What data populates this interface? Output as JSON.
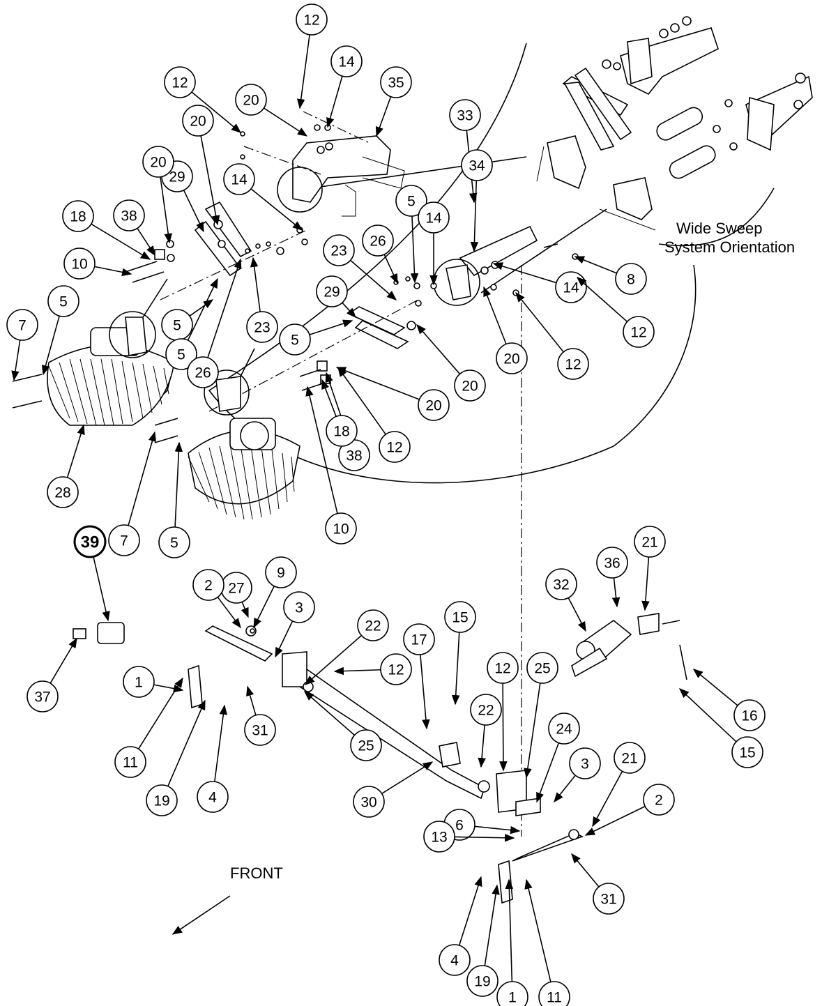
{
  "annotations": {
    "detail_label_line1": "Wide Sweep",
    "detail_label_line2": "System Orientation",
    "front_label": "FRONT"
  },
  "callouts": [
    "12",
    "14",
    "35",
    "20",
    "33",
    "12",
    "20",
    "29",
    "34",
    "20",
    "14",
    "18",
    "38",
    "5",
    "14",
    "26",
    "23",
    "10",
    "14",
    "8",
    "12",
    "5",
    "29",
    "7",
    "5",
    "23",
    "12",
    "5",
    "20",
    "5",
    "26",
    "20",
    "20",
    "12",
    "38",
    "18",
    "28",
    "10",
    "7",
    "5",
    "39",
    "32",
    "36",
    "21",
    "9",
    "27",
    "2",
    "3",
    "22",
    "15",
    "17",
    "12",
    "1",
    "12",
    "25",
    "22",
    "16",
    "37",
    "31",
    "11",
    "25",
    "24",
    "15",
    "30",
    "3",
    "21",
    "19",
    "4",
    "6",
    "2",
    "13",
    "31",
    "4",
    "19",
    "1",
    "11"
  ]
}
